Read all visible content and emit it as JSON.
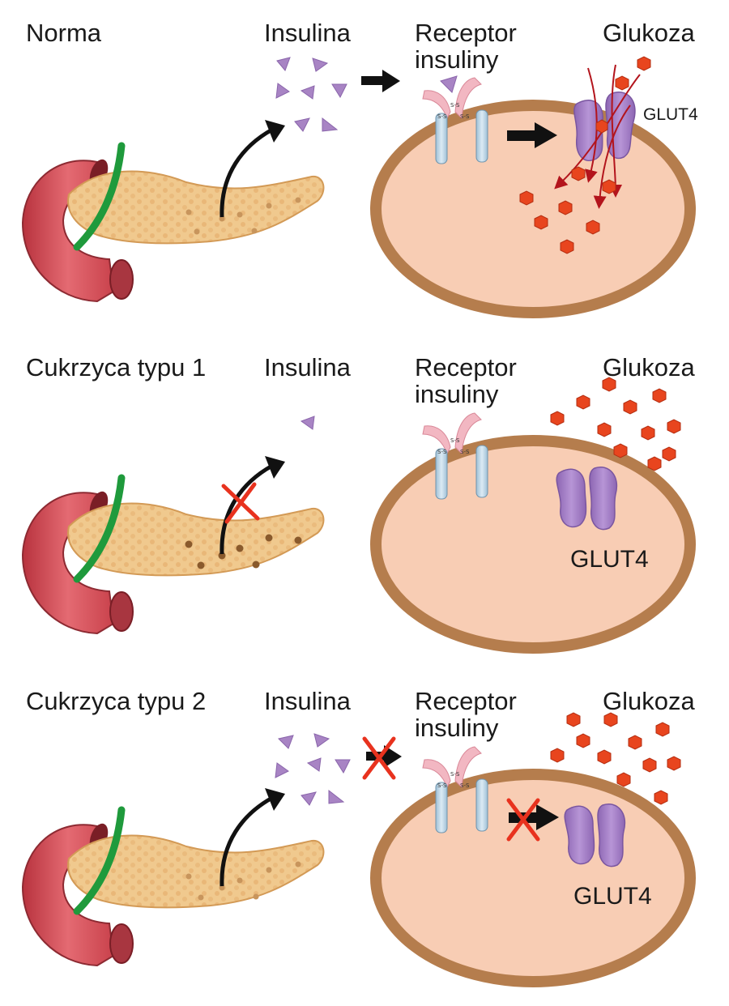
{
  "panels": [
    {
      "title": "Norma",
      "insulin_label": "Insulina",
      "receptor_label": [
        "Receptor",
        "insuliny"
      ],
      "glucose_label": "Glukoza",
      "glut4_label": "GLUT4",
      "secretion_blocked": false,
      "binding_blocked": false,
      "translocation_blocked": false,
      "glucose_enters_cell": true
    },
    {
      "title": "Cukrzyca typu 1",
      "insulin_label": "Insulina",
      "receptor_label": [
        "Receptor",
        "insuliny"
      ],
      "glucose_label": "Glukoza",
      "glut4_label": "GLUT4",
      "secretion_blocked": true,
      "binding_blocked": false,
      "translocation_blocked": false,
      "glucose_enters_cell": false
    },
    {
      "title": "Cukrzyca typu 2",
      "insulin_label": "Insulina",
      "receptor_label": [
        "Receptor",
        "insuliny"
      ],
      "glucose_label": "Glukoza",
      "glut4_label": "GLUT4",
      "secretion_blocked": false,
      "binding_blocked": true,
      "translocation_blocked": true,
      "glucose_enters_cell": false
    }
  ],
  "receptor_bond_label": "S-S",
  "colors": {
    "cell_fill": "#f8cdb4",
    "cell_border": "#b57d4d",
    "insulin": "#a884c4",
    "glucose": "#e8451e",
    "glut4": "#a07cc0",
    "pancreas": "#f0c98e",
    "duodenum": "#d8565f",
    "duct": "#1f9a3c",
    "block_x": "#e8321e",
    "arrow": "#111111"
  }
}
